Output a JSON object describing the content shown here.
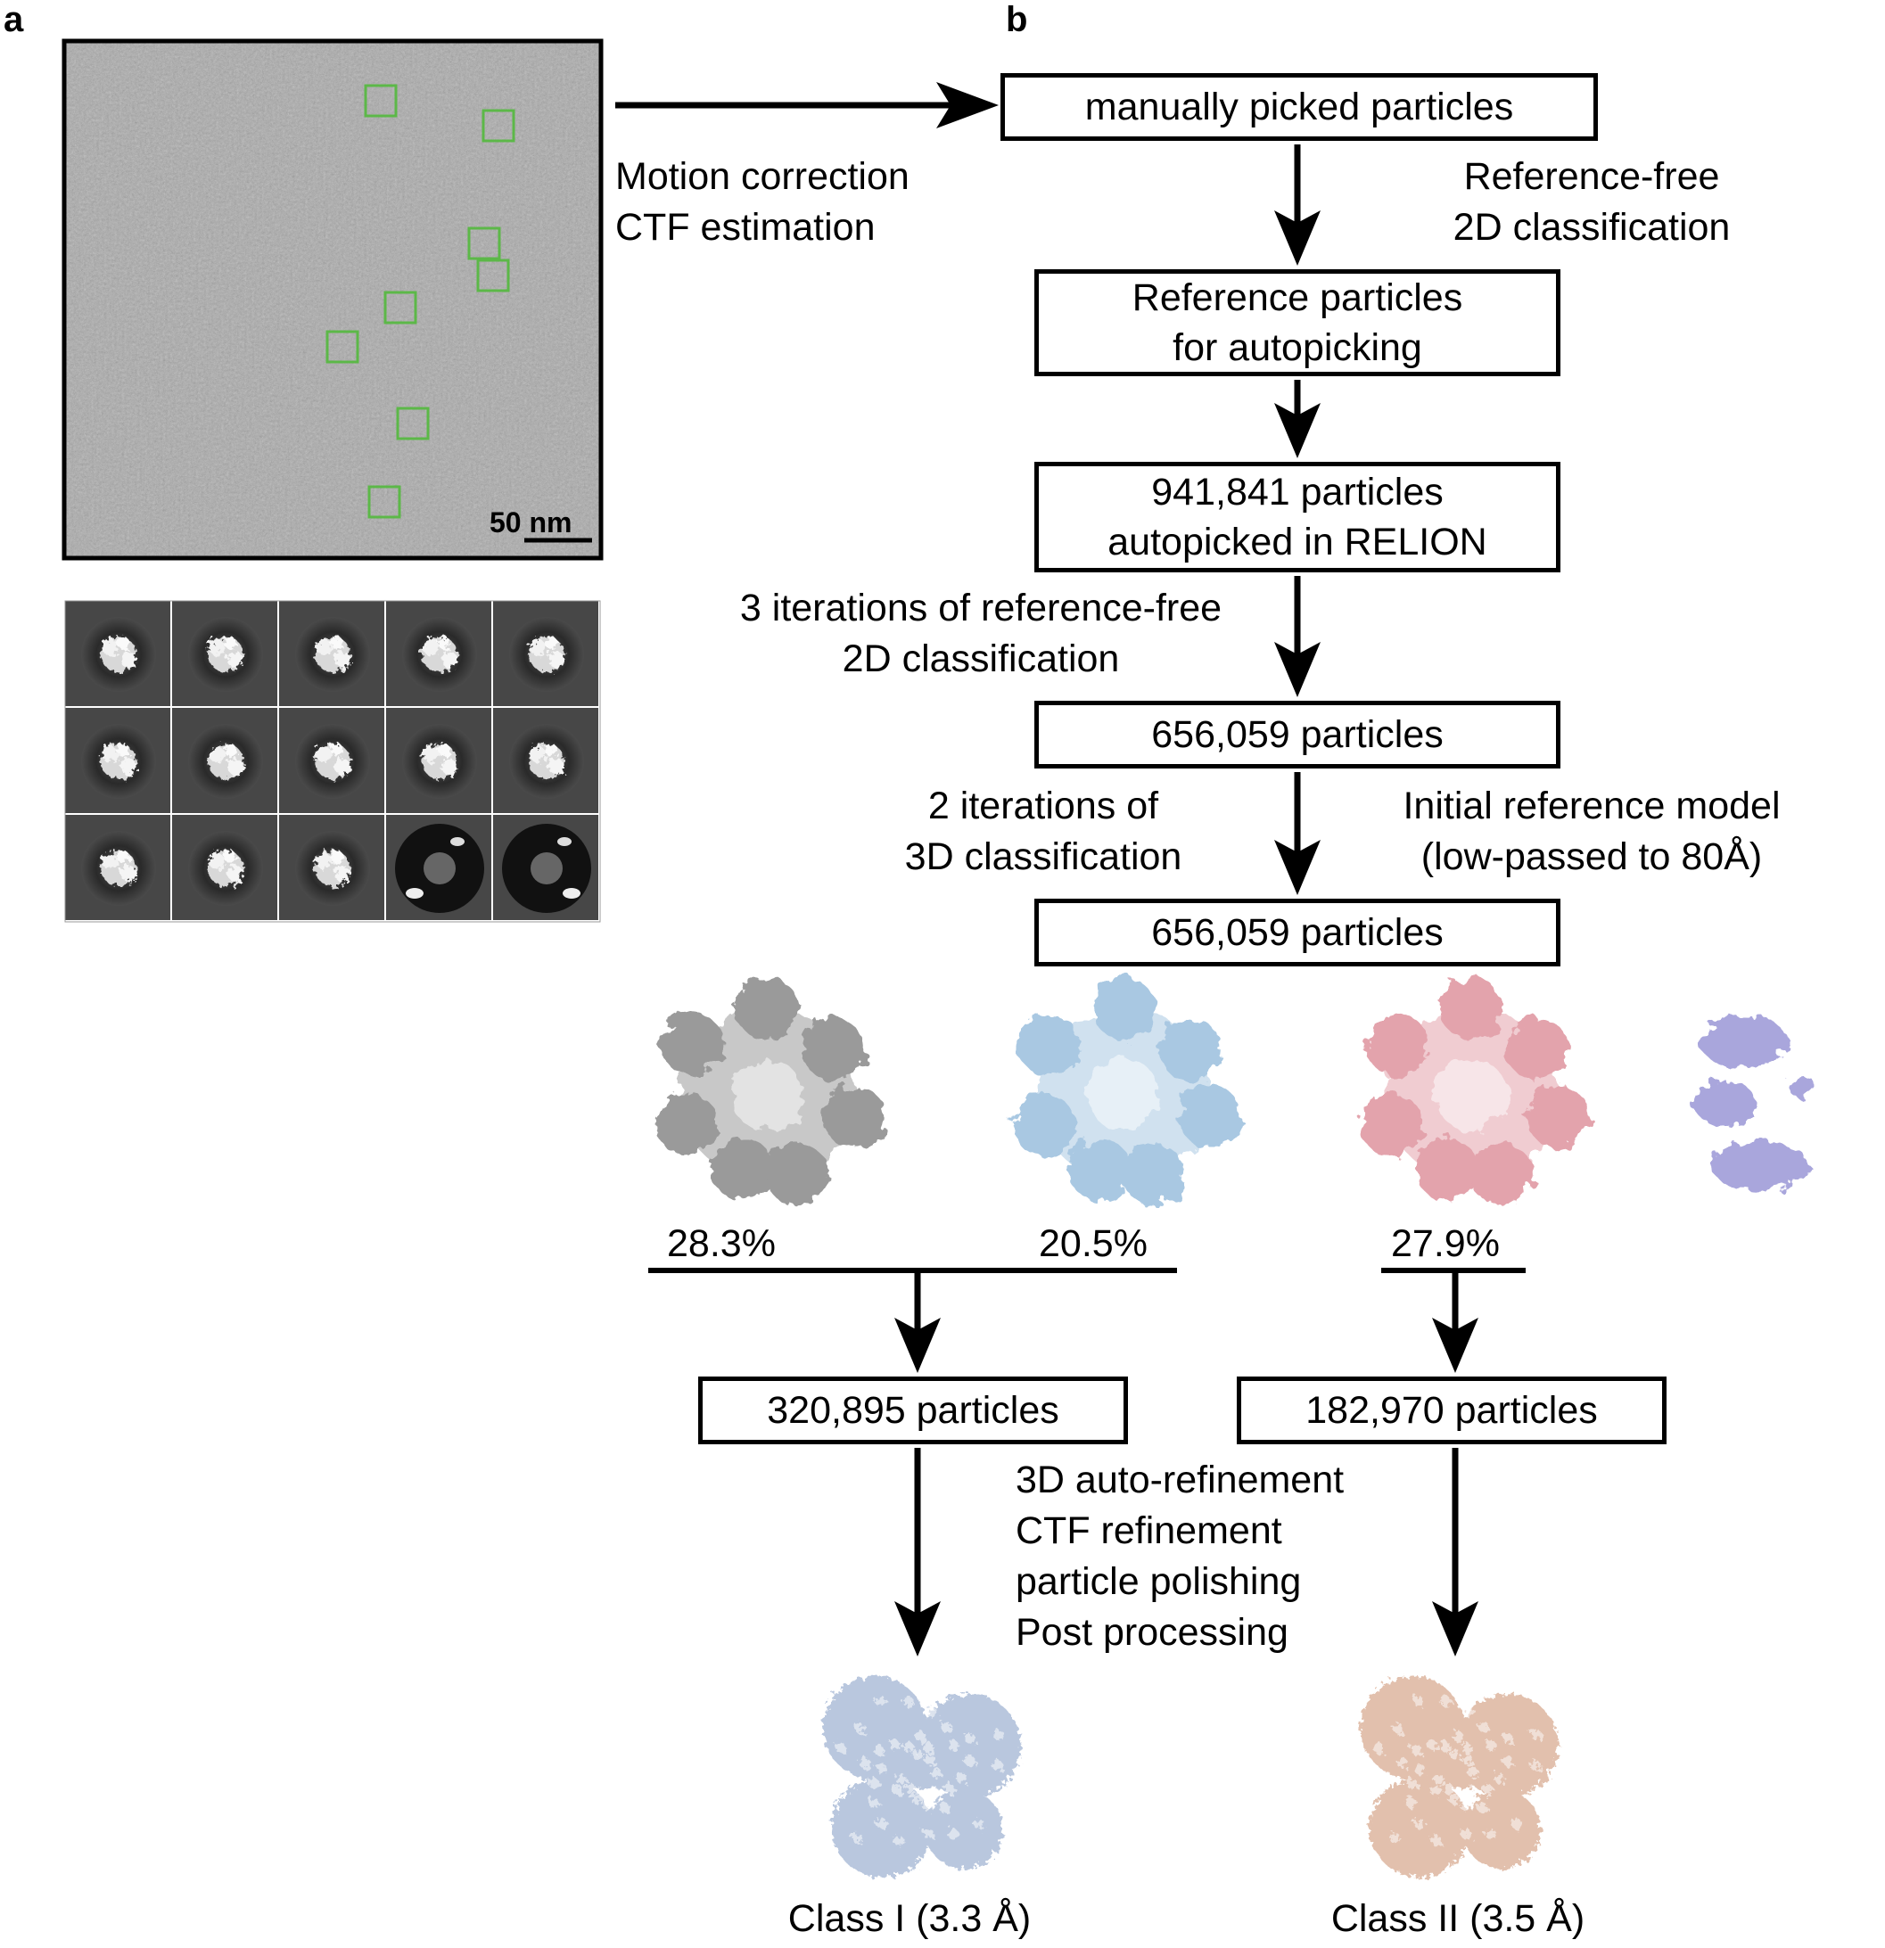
{
  "panels": {
    "a": "a",
    "b": "b"
  },
  "micrograph": {
    "scale_bar_label": "50 nm",
    "picked_box_color": "#5cb848",
    "picked_boxes_count": 8
  },
  "class_averages": {
    "rows": 3,
    "cols": 5
  },
  "side_labels": {
    "motion_ctf": [
      "Motion correction",
      "CTF estimation"
    ],
    "ref_free_2d": [
      "Reference-free",
      "2D classification"
    ],
    "three_iterations": [
      "3 iterations of reference-free",
      "2D classification"
    ],
    "two_iterations": [
      "2 iterations of",
      "3D classification"
    ],
    "initial_model": [
      "Initial reference model",
      "(low-passed to 80Å)"
    ],
    "refinement_steps": [
      "3D auto-refinement",
      "CTF refinement",
      "particle polishing",
      "Post processing"
    ]
  },
  "boxes": {
    "manual": [
      "manually picked particles"
    ],
    "reference": [
      "Reference particles",
      "for autopicking"
    ],
    "autopicked": [
      "941,841 particles",
      "autopicked in RELION"
    ],
    "after_2d": [
      "656,059 particles"
    ],
    "after_3d": [
      "656,059 particles"
    ],
    "class_i": [
      "320,895 particles"
    ],
    "class_ii": [
      "182,970 particles"
    ]
  },
  "class_maps": [
    {
      "percent": "28.3%",
      "color": "#9a9a9a"
    },
    {
      "percent": "20.5%",
      "color": "#a9c8e2"
    },
    {
      "percent": "27.9%",
      "color": "#e3a3ac"
    },
    {
      "percent": "",
      "color": "#a9a6dc"
    }
  ],
  "final_maps": [
    {
      "label": "Class I (3.3 Å)",
      "color": "#b9c7de"
    },
    {
      "label": "Class II (3.5 Å)",
      "color": "#e2c0ad"
    }
  ]
}
